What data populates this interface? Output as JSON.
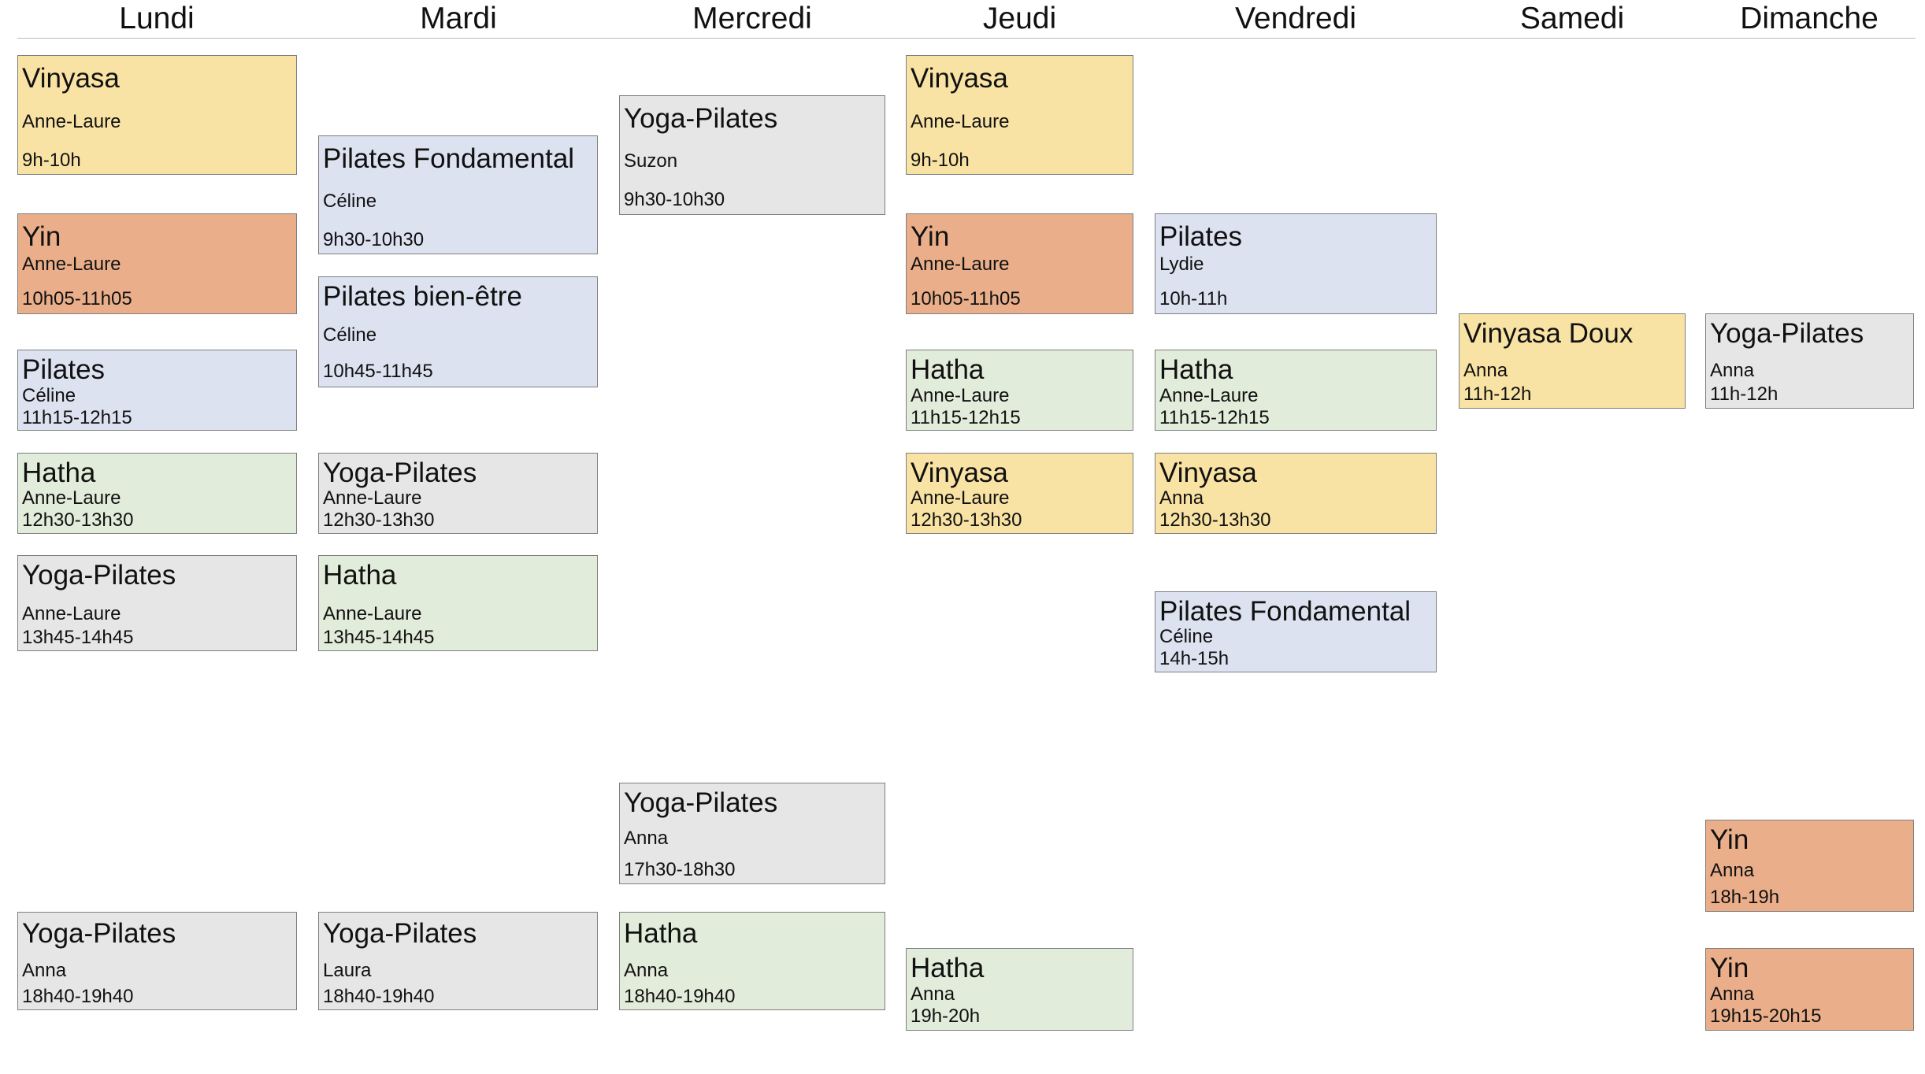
{
  "days": [
    {
      "name": "Lundi"
    },
    {
      "name": "Mardi"
    },
    {
      "name": "Mercredi"
    },
    {
      "name": "Jeudi"
    },
    {
      "name": "Vendredi"
    },
    {
      "name": "Samedi"
    },
    {
      "name": "Dimanche"
    }
  ],
  "colors": {
    "vinyasa": "#f9e3a4",
    "yin": "#eaaf8a",
    "pilates": "#dce2f0",
    "hatha": "#e2ecda",
    "yoga_pilates": "#e6e6e6"
  },
  "sessions": {
    "lundi": [
      {
        "title": "Vinyasa",
        "teacher": "Anne-Laure",
        "time": "9h-10h"
      },
      {
        "title": "Yin",
        "teacher": "Anne-Laure",
        "time": "10h05-11h05"
      },
      {
        "title": "Pilates",
        "teacher": "Céline",
        "time": "11h15-12h15"
      },
      {
        "title": "Hatha",
        "teacher": "Anne-Laure",
        "time": "12h30-13h30"
      },
      {
        "title": "Yoga-Pilates",
        "teacher": "Anne-Laure",
        "time": "13h45-14h45"
      },
      {
        "title": "Yoga-Pilates",
        "teacher": "Anna",
        "time": "18h40-19h40"
      }
    ],
    "mardi": [
      {
        "title": "Pilates Fondamental",
        "teacher": "Céline",
        "time": "9h30-10h30"
      },
      {
        "title": "Pilates bien-être",
        "teacher": "Céline",
        "time": "10h45-11h45"
      },
      {
        "title": "Yoga-Pilates",
        "teacher": "Anne-Laure",
        "time": "12h30-13h30"
      },
      {
        "title": "Hatha",
        "teacher": "Anne-Laure",
        "time": "13h45-14h45"
      },
      {
        "title": "Yoga-Pilates",
        "teacher": "Laura",
        "time": "18h40-19h40"
      }
    ],
    "mercredi": [
      {
        "title": "Yoga-Pilates",
        "teacher": "Suzon",
        "time": "9h30-10h30"
      },
      {
        "title": "Yoga-Pilates",
        "teacher": "Anna",
        "time": "17h30-18h30"
      },
      {
        "title": "Hatha",
        "teacher": "Anna",
        "time": "18h40-19h40"
      }
    ],
    "jeudi": [
      {
        "title": "Vinyasa",
        "teacher": "Anne-Laure",
        "time": "9h-10h"
      },
      {
        "title": "Yin",
        "teacher": "Anne-Laure",
        "time": "10h05-11h05"
      },
      {
        "title": "Hatha",
        "teacher": "Anne-Laure",
        "time": "11h15-12h15"
      },
      {
        "title": "Vinyasa",
        "teacher": "Anne-Laure",
        "time": "12h30-13h30"
      },
      {
        "title": "Hatha",
        "teacher": "Anna",
        "time": "19h-20h"
      }
    ],
    "vendredi": [
      {
        "title": "Pilates",
        "teacher": "Lydie",
        "time": "10h-11h"
      },
      {
        "title": "Hatha",
        "teacher": "Anne-Laure",
        "time": "11h15-12h15"
      },
      {
        "title": "Vinyasa",
        "teacher": "Anna",
        "time": "12h30-13h30"
      },
      {
        "title": "Pilates Fondamental",
        "teacher": "Céline",
        "time": "14h-15h"
      }
    ],
    "samedi": [
      {
        "title": "Vinyasa Doux",
        "teacher": "Anna",
        "time": "11h-12h"
      }
    ],
    "dimanche": [
      {
        "title": "Yoga-Pilates",
        "teacher": "Anna",
        "time": "11h-12h"
      },
      {
        "title": "Yin",
        "teacher": "Anna",
        "time": "18h-19h"
      },
      {
        "title": "Yin",
        "teacher": "Anna",
        "time": "19h15-20h15"
      }
    ]
  }
}
